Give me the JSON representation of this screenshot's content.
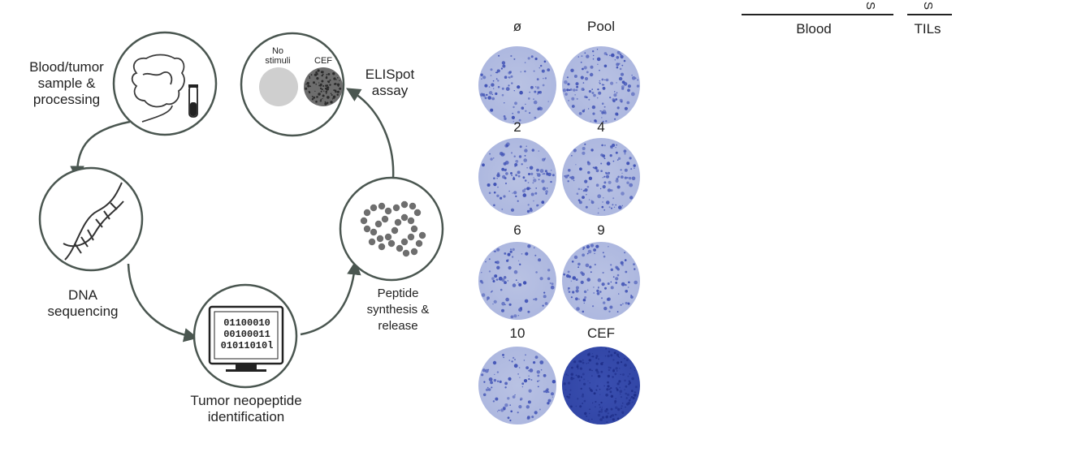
{
  "workflow": {
    "steps": {
      "sample": "Blood/tumor\nsample &\nprocessing",
      "sequencing": "DNA\nsequencing",
      "identification": "Tumor neopeptide\nidentification",
      "synthesis": "Peptide\nsynthesis &\nrelease",
      "assay": "ELISpot\nassay"
    },
    "assay_inset": {
      "no_stimuli": "No\nstimuli",
      "cef": "CEF"
    },
    "binary_lines": [
      "01100010",
      "00100011",
      "01011010l"
    ]
  },
  "elispot": {
    "wells": [
      {
        "label": "ø",
        "density": 0.35
      },
      {
        "label": "Pool",
        "density": 0.55
      },
      {
        "label": "2",
        "density": 0.45
      },
      {
        "label": "4",
        "density": 0.45
      },
      {
        "label": "6",
        "density": 0.25
      },
      {
        "label": "9",
        "density": 0.4
      },
      {
        "label": "10",
        "density": 0.3
      },
      {
        "label": "CEF",
        "density": 1.0
      }
    ]
  },
  "groups": {
    "blood": "Blood",
    "tils": "TILs",
    "tick": "S"
  },
  "colors": {
    "outline": "#4a5650",
    "well_base": "#b9c2e3",
    "spot": "#4052b5"
  }
}
